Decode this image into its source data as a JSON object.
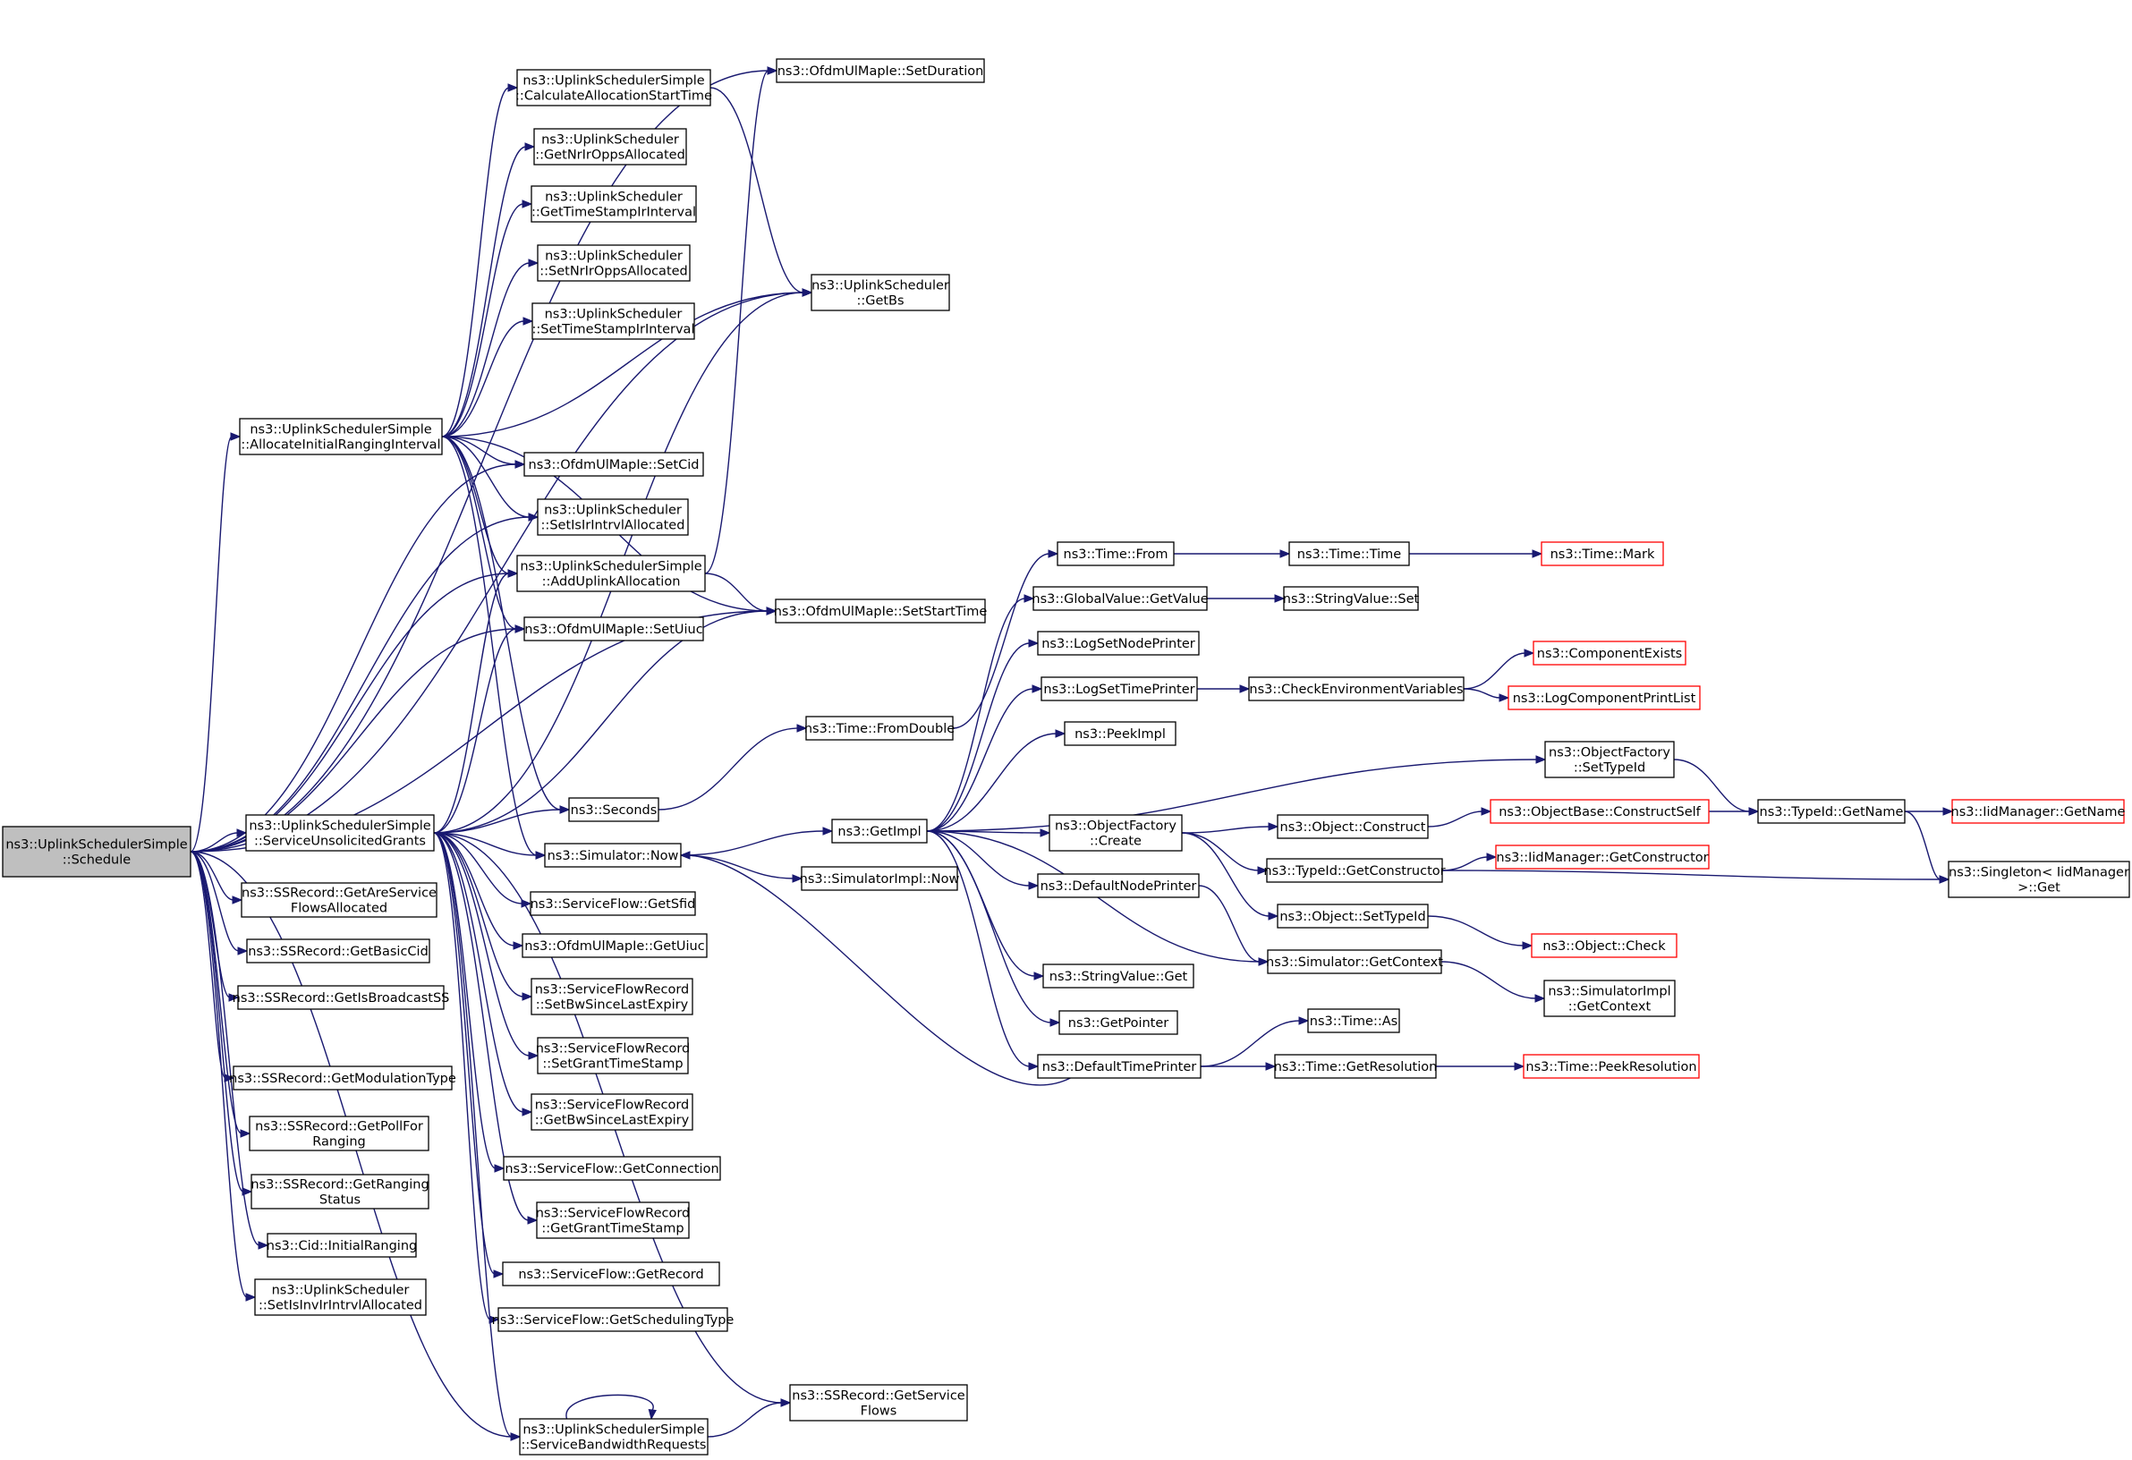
{
  "colors": {
    "edge": "#191970",
    "root_fill": "#bfbfbf",
    "truncated_border": "#ff0000",
    "node_border": "#000000"
  },
  "nodes": [
    {
      "id": "schedule",
      "lines": [
        "ns3::UplinkSchedulerSimple",
        "::Schedule"
      ],
      "root": true
    },
    {
      "id": "allocInitRanging",
      "lines": [
        "ns3::UplinkSchedulerSimple",
        "::AllocateInitialRangingInterval"
      ]
    },
    {
      "id": "serviceUnsolicited",
      "lines": [
        "ns3::UplinkSchedulerSimple",
        "::ServiceUnsolicitedGrants"
      ]
    },
    {
      "id": "getAreServiceFlows",
      "lines": [
        "ns3::SSRecord::GetAreService",
        "FlowsAllocated"
      ]
    },
    {
      "id": "getBasicCid",
      "lines": [
        "ns3::SSRecord::GetBasicCid"
      ]
    },
    {
      "id": "getIsBroadcastSS",
      "lines": [
        "ns3::SSRecord::GetIsBroadcastSS"
      ]
    },
    {
      "id": "getModulationType",
      "lines": [
        "ns3::SSRecord::GetModulationType"
      ]
    },
    {
      "id": "getPollForRanging",
      "lines": [
        "ns3::SSRecord::GetPollFor",
        "Ranging"
      ]
    },
    {
      "id": "getRangingStatus",
      "lines": [
        "ns3::SSRecord::GetRanging",
        "Status"
      ]
    },
    {
      "id": "initialRanging",
      "lines": [
        "ns3::Cid::InitialRanging"
      ]
    },
    {
      "id": "setIsInvIr",
      "lines": [
        "ns3::UplinkScheduler",
        "::SetIsInvIrIntrvlAllocated"
      ]
    },
    {
      "id": "calcAllocStart",
      "lines": [
        "ns3::UplinkSchedulerSimple",
        "::CalculateAllocationStartTime"
      ]
    },
    {
      "id": "getNrIrOpps",
      "lines": [
        "ns3::UplinkScheduler",
        "::GetNrIrOppsAllocated"
      ]
    },
    {
      "id": "getTimeStampIr",
      "lines": [
        "ns3::UplinkScheduler",
        "::GetTimeStampIrInterval"
      ]
    },
    {
      "id": "setNrIrOpps",
      "lines": [
        "ns3::UplinkScheduler",
        "::SetNrIrOppsAllocated"
      ]
    },
    {
      "id": "setTimeStampIr",
      "lines": [
        "ns3::UplinkScheduler",
        "::SetTimeStampIrInterval"
      ]
    },
    {
      "id": "setCid",
      "lines": [
        "ns3::OfdmUlMapIe::SetCid"
      ]
    },
    {
      "id": "setIsIrIntrvl",
      "lines": [
        "ns3::UplinkScheduler",
        "::SetIsIrIntrvlAllocated"
      ]
    },
    {
      "id": "addUplinkAlloc",
      "lines": [
        "ns3::UplinkSchedulerSimple",
        "::AddUplinkAllocation"
      ]
    },
    {
      "id": "setUiuc",
      "lines": [
        "ns3::OfdmUlMapIe::SetUiuc"
      ]
    },
    {
      "id": "seconds",
      "lines": [
        "ns3::Seconds"
      ]
    },
    {
      "id": "simNow",
      "lines": [
        "ns3::Simulator::Now"
      ]
    },
    {
      "id": "getSfid",
      "lines": [
        "ns3::ServiceFlow::GetSfid"
      ]
    },
    {
      "id": "getUiuc",
      "lines": [
        "ns3::OfdmUlMapIe::GetUiuc"
      ]
    },
    {
      "id": "setBwSince",
      "lines": [
        "ns3::ServiceFlowRecord",
        "::SetBwSinceLastExpiry"
      ]
    },
    {
      "id": "setGrantTs",
      "lines": [
        "ns3::ServiceFlowRecord",
        "::SetGrantTimeStamp"
      ]
    },
    {
      "id": "getBwSince",
      "lines": [
        "ns3::ServiceFlowRecord",
        "::GetBwSinceLastExpiry"
      ]
    },
    {
      "id": "getConnection",
      "lines": [
        "ns3::ServiceFlow::GetConnection"
      ]
    },
    {
      "id": "getGrantTs",
      "lines": [
        "ns3::ServiceFlowRecord",
        "::GetGrantTimeStamp"
      ]
    },
    {
      "id": "getRecord",
      "lines": [
        "ns3::ServiceFlow::GetRecord"
      ]
    },
    {
      "id": "getSchedType",
      "lines": [
        "ns3::ServiceFlow::GetSchedulingType"
      ]
    },
    {
      "id": "serviceBwReq",
      "lines": [
        "ns3::UplinkSchedulerSimple",
        "::ServiceBandwidthRequests"
      ]
    },
    {
      "id": "setDuration",
      "lines": [
        "ns3::OfdmUlMapIe::SetDuration"
      ]
    },
    {
      "id": "getBs",
      "lines": [
        "ns3::UplinkScheduler",
        "::GetBs"
      ]
    },
    {
      "id": "setStartTime",
      "lines": [
        "ns3::OfdmUlMapIe::SetStartTime"
      ]
    },
    {
      "id": "fromDouble",
      "lines": [
        "ns3::Time::FromDouble"
      ]
    },
    {
      "id": "getImpl",
      "lines": [
        "ns3::GetImpl"
      ]
    },
    {
      "id": "simImplNow",
      "lines": [
        "ns3::SimulatorImpl::Now"
      ]
    },
    {
      "id": "getServiceFlows",
      "lines": [
        "ns3::SSRecord::GetService",
        "Flows"
      ]
    },
    {
      "id": "timeFrom",
      "lines": [
        "ns3::Time::From"
      ]
    },
    {
      "id": "globalGetValue",
      "lines": [
        "ns3::GlobalValue::GetValue"
      ]
    },
    {
      "id": "logSetNode",
      "lines": [
        "ns3::LogSetNodePrinter"
      ]
    },
    {
      "id": "logSetTime",
      "lines": [
        "ns3::LogSetTimePrinter"
      ]
    },
    {
      "id": "peekImpl",
      "lines": [
        "ns3::PeekImpl"
      ]
    },
    {
      "id": "objFactCreate",
      "lines": [
        "ns3::ObjectFactory",
        "::Create"
      ]
    },
    {
      "id": "defNodePrinter",
      "lines": [
        "ns3::DefaultNodePrinter"
      ]
    },
    {
      "id": "stringGet",
      "lines": [
        "ns3::StringValue::Get"
      ]
    },
    {
      "id": "getPointer",
      "lines": [
        "ns3::GetPointer"
      ]
    },
    {
      "id": "defTimePrinter",
      "lines": [
        "ns3::DefaultTimePrinter"
      ]
    },
    {
      "id": "timeTime",
      "lines": [
        "ns3::Time::Time"
      ]
    },
    {
      "id": "stringSet",
      "lines": [
        "ns3::StringValue::Set"
      ]
    },
    {
      "id": "checkEnv",
      "lines": [
        "ns3::CheckEnvironmentVariables"
      ]
    },
    {
      "id": "objConstruct",
      "lines": [
        "ns3::Object::Construct"
      ]
    },
    {
      "id": "typeGetConstructor",
      "lines": [
        "ns3::TypeId::GetConstructor"
      ]
    },
    {
      "id": "objSetTypeId",
      "lines": [
        "ns3::Object::SetTypeId"
      ]
    },
    {
      "id": "simGetContext",
      "lines": [
        "ns3::Simulator::GetContext"
      ]
    },
    {
      "id": "timeAs",
      "lines": [
        "ns3::Time::As"
      ]
    },
    {
      "id": "timeGetRes",
      "lines": [
        "ns3::Time::GetResolution"
      ]
    },
    {
      "id": "timeMark",
      "lines": [
        "ns3::Time::Mark"
      ],
      "truncated": true
    },
    {
      "id": "compExists",
      "lines": [
        "ns3::ComponentExists"
      ],
      "truncated": true
    },
    {
      "id": "logCompPrint",
      "lines": [
        "ns3::LogComponentPrintList"
      ],
      "truncated": true
    },
    {
      "id": "objFactSetType",
      "lines": [
        "ns3::ObjectFactory",
        "::SetTypeId"
      ]
    },
    {
      "id": "objBaseConstruct",
      "lines": [
        "ns3::ObjectBase::ConstructSelf"
      ],
      "truncated": true
    },
    {
      "id": "iidGetConstructor",
      "lines": [
        "ns3::IidManager::GetConstructor"
      ],
      "truncated": true
    },
    {
      "id": "objCheck",
      "lines": [
        "ns3::Object::Check"
      ],
      "truncated": true
    },
    {
      "id": "simImplGetContext",
      "lines": [
        "ns3::SimulatorImpl",
        "::GetContext"
      ]
    },
    {
      "id": "timePeekRes",
      "lines": [
        "ns3::Time::PeekResolution"
      ],
      "truncated": true
    },
    {
      "id": "typeGetName",
      "lines": [
        "ns3::TypeId::GetName"
      ]
    },
    {
      "id": "iidGetName",
      "lines": [
        "ns3::IidManager::GetName"
      ],
      "truncated": true
    },
    {
      "id": "singletonGet",
      "lines": [
        "ns3::Singleton< IidManager",
        ">::Get"
      ]
    }
  ],
  "edges": [
    [
      "schedule",
      "allocInitRanging"
    ],
    [
      "schedule",
      "serviceUnsolicited"
    ],
    [
      "schedule",
      "getAreServiceFlows"
    ],
    [
      "schedule",
      "getBasicCid"
    ],
    [
      "schedule",
      "getIsBroadcastSS"
    ],
    [
      "schedule",
      "getModulationType"
    ],
    [
      "schedule",
      "getPollForRanging"
    ],
    [
      "schedule",
      "getRangingStatus"
    ],
    [
      "schedule",
      "initialRanging"
    ],
    [
      "schedule",
      "setIsInvIr"
    ],
    [
      "schedule",
      "setDuration"
    ],
    [
      "schedule",
      "getBs"
    ],
    [
      "schedule",
      "setCid"
    ],
    [
      "schedule",
      "setIsIrIntrvl"
    ],
    [
      "schedule",
      "addUplinkAlloc"
    ],
    [
      "schedule",
      "setUiuc"
    ],
    [
      "schedule",
      "setStartTime"
    ],
    [
      "schedule",
      "serviceBwReq"
    ],
    [
      "allocInitRanging",
      "calcAllocStart"
    ],
    [
      "allocInitRanging",
      "getNrIrOpps"
    ],
    [
      "allocInitRanging",
      "getTimeStampIr"
    ],
    [
      "allocInitRanging",
      "setNrIrOpps"
    ],
    [
      "allocInitRanging",
      "setTimeStampIr"
    ],
    [
      "allocInitRanging",
      "getBs"
    ],
    [
      "allocInitRanging",
      "setStartTime"
    ],
    [
      "allocInitRanging",
      "setCid"
    ],
    [
      "allocInitRanging",
      "setIsIrIntrvl"
    ],
    [
      "allocInitRanging",
      "addUplinkAlloc"
    ],
    [
      "allocInitRanging",
      "setUiuc"
    ],
    [
      "allocInitRanging",
      "seconds"
    ],
    [
      "allocInitRanging",
      "simNow"
    ],
    [
      "calcAllocStart",
      "getBs"
    ],
    [
      "addUplinkAlloc",
      "setDuration"
    ],
    [
      "addUplinkAlloc",
      "setStartTime"
    ],
    [
      "serviceUnsolicited",
      "addUplinkAlloc"
    ],
    [
      "serviceUnsolicited",
      "setUiuc"
    ],
    [
      "serviceUnsolicited",
      "getBs"
    ],
    [
      "serviceUnsolicited",
      "setStartTime"
    ],
    [
      "serviceUnsolicited",
      "seconds"
    ],
    [
      "serviceUnsolicited",
      "simNow"
    ],
    [
      "serviceUnsolicited",
      "getSfid"
    ],
    [
      "serviceUnsolicited",
      "getUiuc"
    ],
    [
      "serviceUnsolicited",
      "setBwSince"
    ],
    [
      "serviceUnsolicited",
      "setGrantTs"
    ],
    [
      "serviceUnsolicited",
      "getBwSince"
    ],
    [
      "serviceUnsolicited",
      "getConnection"
    ],
    [
      "serviceUnsolicited",
      "getGrantTs"
    ],
    [
      "serviceUnsolicited",
      "getRecord"
    ],
    [
      "serviceUnsolicited",
      "getSchedType"
    ],
    [
      "serviceUnsolicited",
      "getServiceFlows"
    ],
    [
      "serviceUnsolicited",
      "serviceBwReq"
    ],
    [
      "serviceBwReq",
      "serviceBwReq"
    ],
    [
      "serviceBwReq",
      "getServiceFlows"
    ],
    [
      "seconds",
      "fromDouble"
    ],
    [
      "fromDouble",
      "timeFrom"
    ],
    [
      "simNow",
      "getImpl"
    ],
    [
      "simNow",
      "simImplNow"
    ],
    [
      "getImpl",
      "globalGetValue"
    ],
    [
      "getImpl",
      "logSetNode"
    ],
    [
      "getImpl",
      "logSetTime"
    ],
    [
      "getImpl",
      "peekImpl"
    ],
    [
      "getImpl",
      "objFactSetType"
    ],
    [
      "getImpl",
      "objFactCreate"
    ],
    [
      "getImpl",
      "defNodePrinter"
    ],
    [
      "getImpl",
      "stringGet"
    ],
    [
      "getImpl",
      "getPointer"
    ],
    [
      "getImpl",
      "defTimePrinter"
    ],
    [
      "getImpl",
      "simGetContext"
    ],
    [
      "timeFrom",
      "timeTime"
    ],
    [
      "timeTime",
      "timeMark"
    ],
    [
      "globalGetValue",
      "stringSet"
    ],
    [
      "logSetTime",
      "checkEnv"
    ],
    [
      "checkEnv",
      "compExists"
    ],
    [
      "checkEnv",
      "logCompPrint"
    ],
    [
      "objFactCreate",
      "objConstruct"
    ],
    [
      "objFactCreate",
      "typeGetConstructor"
    ],
    [
      "objFactCreate",
      "objSetTypeId"
    ],
    [
      "objConstruct",
      "objBaseConstruct"
    ],
    [
      "objBaseConstruct",
      "typeGetName"
    ],
    [
      "typeGetConstructor",
      "iidGetConstructor"
    ],
    [
      "typeGetConstructor",
      "singletonGet"
    ],
    [
      "objSetTypeId",
      "objCheck"
    ],
    [
      "objFactSetType",
      "typeGetName"
    ],
    [
      "typeGetName",
      "iidGetName"
    ],
    [
      "typeGetName",
      "singletonGet"
    ],
    [
      "defNodePrinter",
      "simGetContext"
    ],
    [
      "simGetContext",
      "simImplGetContext"
    ],
    [
      "defTimePrinter",
      "simNow"
    ],
    [
      "defTimePrinter",
      "timeAs"
    ],
    [
      "defTimePrinter",
      "timeGetRes"
    ],
    [
      "timeGetRes",
      "timePeekRes"
    ]
  ]
}
